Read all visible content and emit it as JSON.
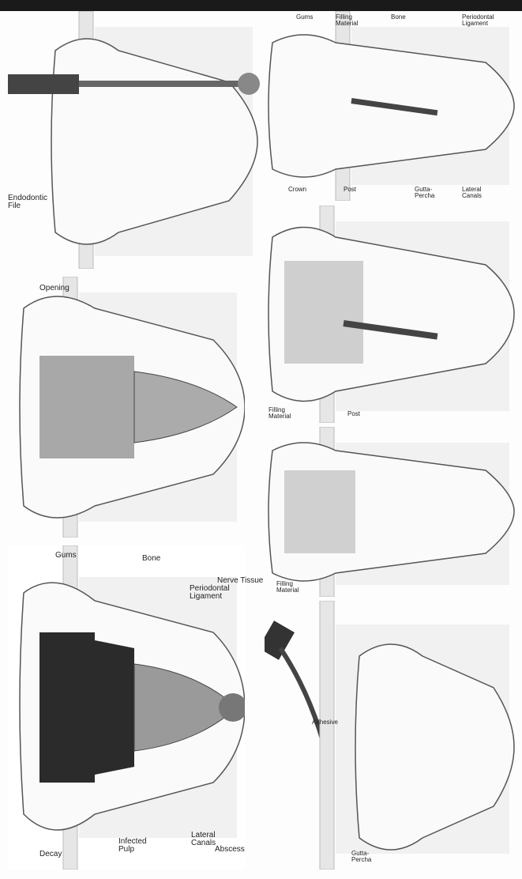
{
  "steps": [
    {
      "labels": {
        "decay": "Decay",
        "gums": "Gums",
        "bone": "Bone",
        "infected_pulp": "Infected\nPulp",
        "periodontal_ligament": "Periodontal\nLigament",
        "lateral_canals": "Lateral\nCanals",
        "nerve_tissue": "Nerve Tissue",
        "abscess": "Abscess"
      }
    },
    {
      "labels": {
        "opening": "Opening"
      }
    },
    {
      "labels": {
        "endodontic_file": "Endodontic\nFile"
      }
    },
    {
      "labels": {
        "gutta_percha": "Gutta-\nPercha",
        "adhesive": "Adhesive"
      }
    },
    {
      "labels": {
        "filling_material": "Filling\nMaterial"
      }
    },
    {
      "labels": {
        "filling_material": "Filling\nMaterial",
        "post": "Post"
      }
    },
    {
      "labels": {
        "crown": "Crown",
        "gums": "Gums",
        "filling_material": "Filling\nMaterial",
        "bone": "Bone",
        "periodontal_ligament": "Periodontal\nLigament",
        "post": "Post",
        "gutta_percha": "Gutta-\nPercha",
        "lateral_canals": "Lateral\nCanals"
      }
    }
  ]
}
